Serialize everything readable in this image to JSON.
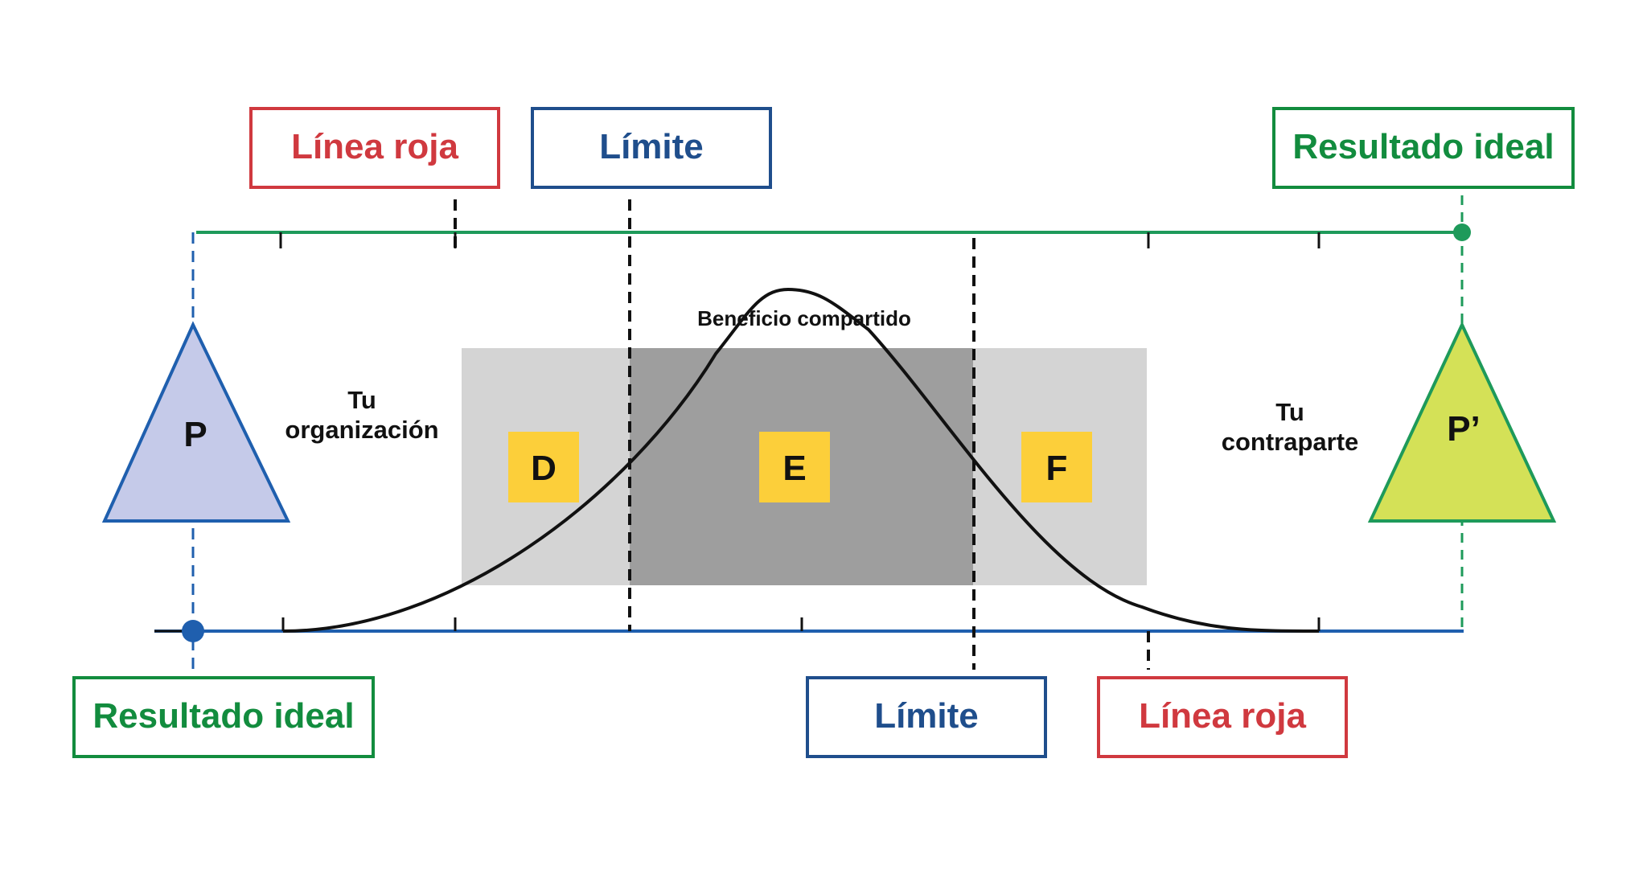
{
  "labels": {
    "red_line_top": "Línea roja",
    "limit_top": "Límite",
    "ideal_top": "Resultado ideal",
    "ideal_bottom": "Resultado ideal",
    "limit_bottom": "Límite",
    "red_line_bottom": "Línea roja",
    "shared_benefit": "Beneficio compartido",
    "your_org_line1": "Tu",
    "your_org_line2": "organización",
    "counterpart_line1": "Tu",
    "counterpart_line2": "contraparte",
    "zone_d": "D",
    "zone_e": "E",
    "zone_f": "F",
    "party_p": "P",
    "party_p_prime": "P’"
  },
  "colors": {
    "red": "#d0393f",
    "blue": "#1f4e8c",
    "green": "#128c3e",
    "party_p_fill": "#c5cae9",
    "party_p_stroke": "#1f5fae",
    "party_pp_fill": "#d4e157",
    "party_pp_stroke": "#1e9a5a",
    "zone_light": "#d4d4d4",
    "zone_dark": "#9e9e9e",
    "zone_tag": "#fccf3a",
    "axis_green": "#1e9a5a",
    "axis_blue": "#1f5fae"
  }
}
